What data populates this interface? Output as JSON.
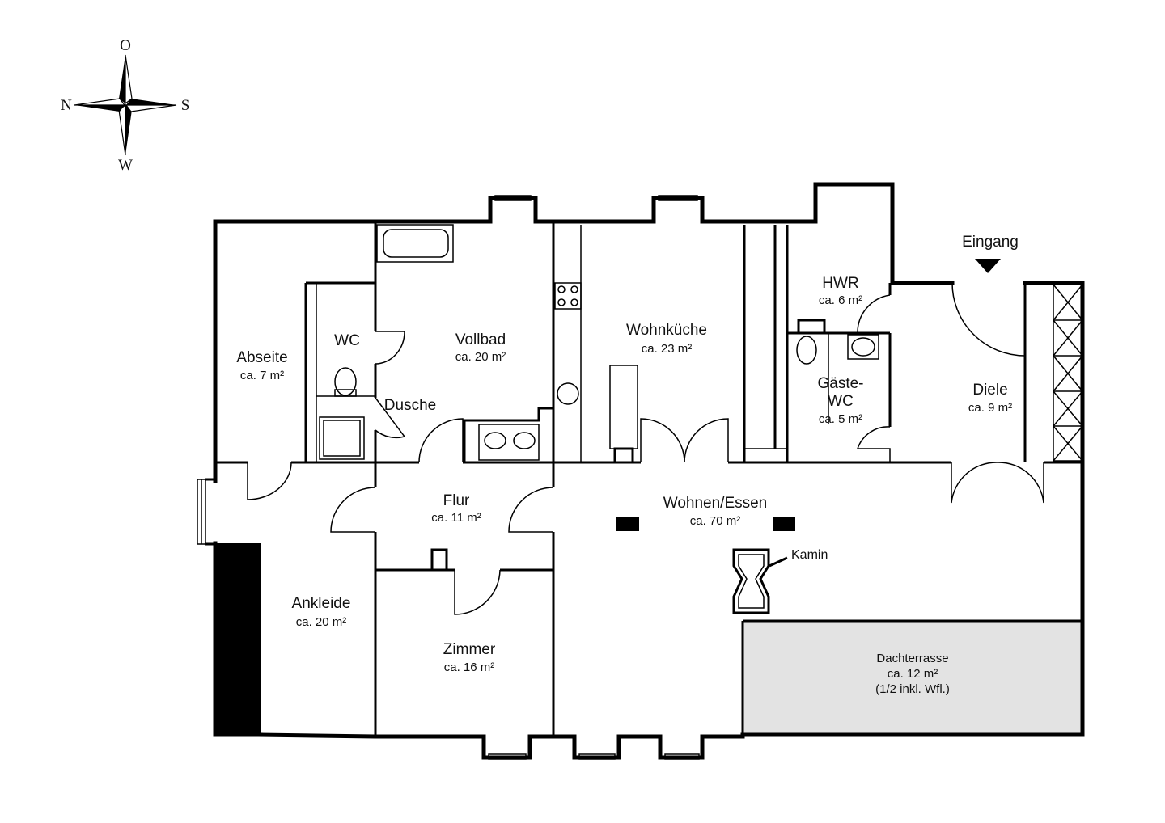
{
  "compass": {
    "north": "N",
    "east": "O",
    "south": "S",
    "west": "W"
  },
  "entrance": {
    "label": "Eingang"
  },
  "fireplace": {
    "label": "Kamin"
  },
  "rooms": {
    "abseite": {
      "name": "Abseite",
      "area": "ca. 7 m²"
    },
    "wc": {
      "name": "WC"
    },
    "dusche": {
      "name": "Dusche"
    },
    "vollbad": {
      "name": "Vollbad",
      "area": "ca. 20 m²"
    },
    "wohnkueche": {
      "name": "Wohnküche",
      "area": "ca. 23 m²"
    },
    "hwr": {
      "name": "HWR",
      "area": "ca. 6 m²"
    },
    "gaeste_wc": {
      "name_line1": "Gäste-",
      "name_line2": "WC",
      "area": "ca. 5 m²"
    },
    "diele": {
      "name": "Diele",
      "area": "ca. 9 m²"
    },
    "flur": {
      "name": "Flur",
      "area": "ca. 11 m²"
    },
    "wohnen_essen": {
      "name": "Wohnen/Essen",
      "area": "ca. 70 m²"
    },
    "ankleide": {
      "name": "Ankleide",
      "area": "ca. 20 m²"
    },
    "zimmer": {
      "name": "Zimmer",
      "area": "ca. 16 m²"
    },
    "dachterrasse": {
      "name": "Dachterrasse",
      "area": "ca. 12 m²",
      "note": "(1/2 inkl. Wfl.)"
    }
  },
  "colors": {
    "wall": "#000000",
    "terrace_fill": "#e3e3e3",
    "background": "#ffffff"
  }
}
